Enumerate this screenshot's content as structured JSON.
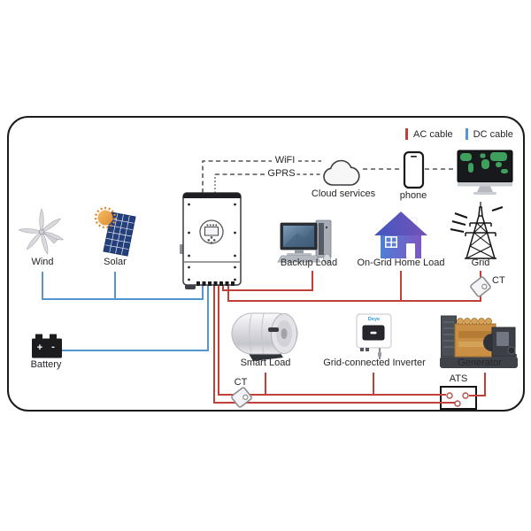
{
  "legend": {
    "ac_label": "AC cable",
    "dc_label": "DC cable",
    "ac_color": "#c0413a",
    "dc_color": "#5596cf"
  },
  "comms": {
    "wifi_label": "WiFI",
    "gprs_label": "GPRS",
    "cloud_label": "Cloud services",
    "phone_label": "phone"
  },
  "sources": {
    "wind": "Wind",
    "solar": "Solar",
    "battery": "Battery",
    "battery_plus": "+",
    "battery_minus": "-"
  },
  "loads": {
    "backup": "Backup Load",
    "home": "On-Grid Home Load",
    "grid": "Grid",
    "smart": "Smart Load",
    "gci": "Grid-connected Inverter",
    "generator": "Generator"
  },
  "devices": {
    "ats": "ATS",
    "ct_grid": "CT",
    "ct_bottom": "CT",
    "gci_logo": "Deye"
  }
}
